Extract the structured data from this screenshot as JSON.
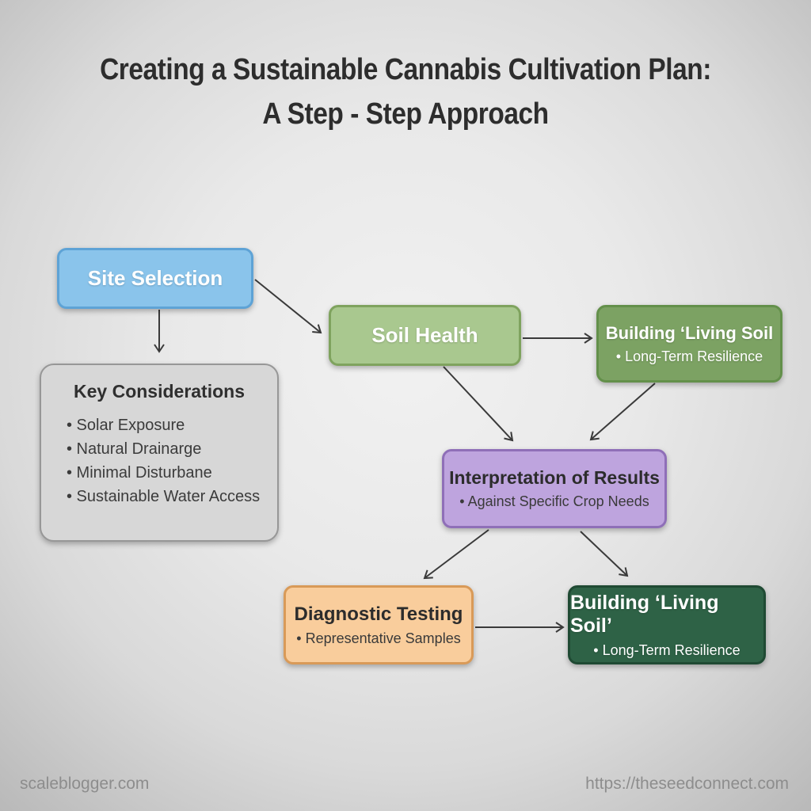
{
  "title": {
    "line1": "Creating a Sustainable Cannabis Cultivation Plan:",
    "line2": "A Step - Step Approach"
  },
  "nodes": {
    "site_selection": {
      "label": "Site Selection",
      "color": "#8ac4eb"
    },
    "key_considerations": {
      "title": "Key Considerations",
      "items": [
        "• Solar Exposure",
        "• Natural Drainarge",
        "• Minimal Disturbane",
        "• Sustainable Water Access"
      ],
      "color": "#d7d7d7"
    },
    "soil_health": {
      "label": "Soil Health",
      "color": "#a9c88f"
    },
    "building_living_soil_top": {
      "title": "Building ‘Living Soil",
      "bullet": "• Long-Term Resilience",
      "color": "#7ca263"
    },
    "interpretation_of_results": {
      "title": "Interpretation of Results",
      "bullet": "• Against Specific Crop Needs",
      "color": "#bea4de"
    },
    "diagnostic_testing": {
      "title": "Diagnostic Testing",
      "bullet": "• Representative Samples",
      "color": "#f9cd9c"
    },
    "building_living_soil_bottom": {
      "title": "Building ‘Living Soil’",
      "bullet": "• Long-Term Resilience",
      "color": "#2e6246"
    }
  },
  "edges": [
    {
      "from": "site_selection",
      "to": "key_considerations"
    },
    {
      "from": "site_selection",
      "to": "soil_health"
    },
    {
      "from": "soil_health",
      "to": "building_living_soil_top"
    },
    {
      "from": "soil_health",
      "to": "interpretation_of_results"
    },
    {
      "from": "building_living_soil_top",
      "to": "interpretation_of_results"
    },
    {
      "from": "interpretation_of_results",
      "to": "diagnostic_testing"
    },
    {
      "from": "interpretation_of_results",
      "to": "building_living_soil_bottom"
    },
    {
      "from": "diagnostic_testing",
      "to": "building_living_soil_bottom"
    }
  ],
  "footer": {
    "left": "scaleblogger.com",
    "right": "https://theseedconnect.com"
  },
  "arrow_color": "#3a3a3a"
}
